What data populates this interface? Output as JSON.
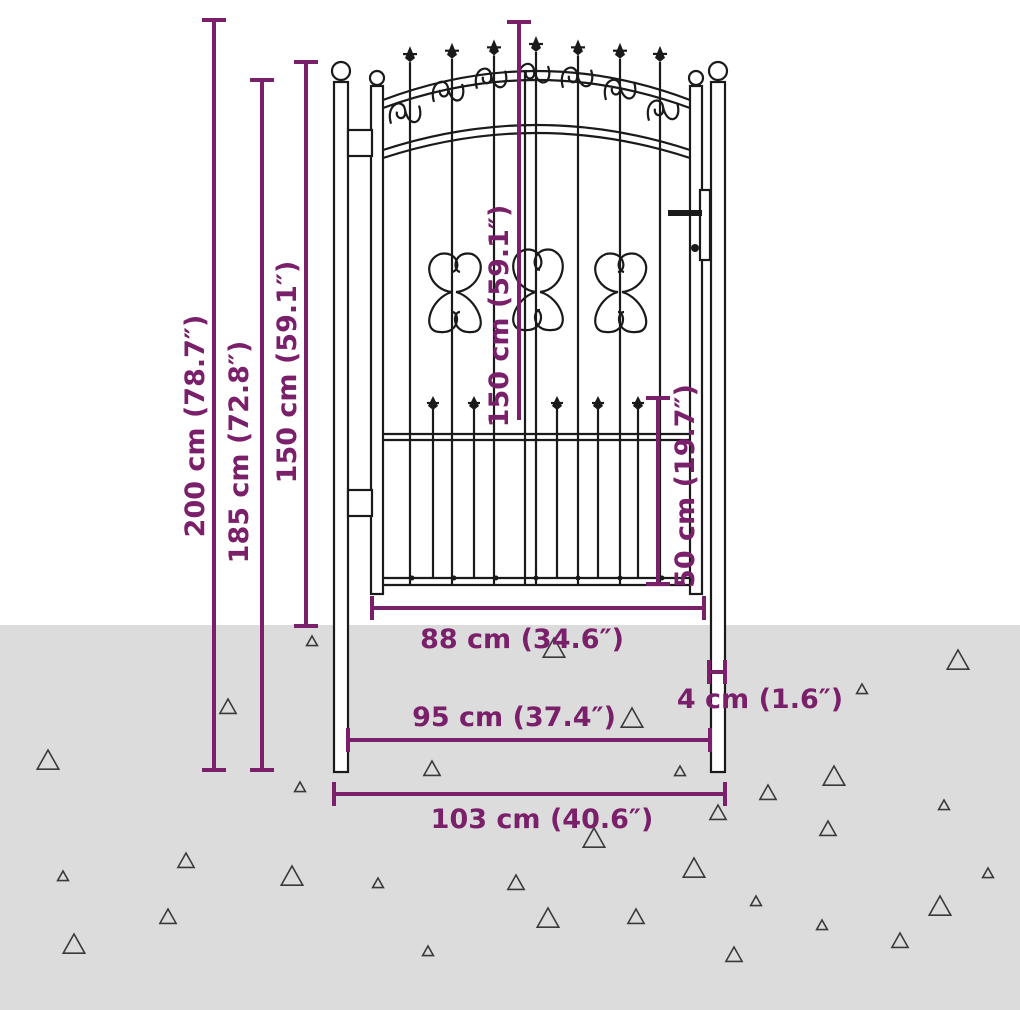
{
  "colors": {
    "dimension": "#7a1f6a",
    "ground": "#dcdcdc",
    "background": "#ffffff",
    "ink": "#1a1a1a"
  },
  "dimensions": {
    "total_height": "200 cm (78.7″)",
    "gate_height": "185 cm (72.8″)",
    "side_height": "150 cm (59.1″)",
    "center_height": "150 cm (59.1″)",
    "lower_height": "50 cm (19.7″)",
    "gate_width": "88 cm (34.6″)",
    "opening_width": "95 cm (37.4″)",
    "overall_width": "103 cm (40.6″)",
    "post_width": "4 cm (1.6″)"
  }
}
